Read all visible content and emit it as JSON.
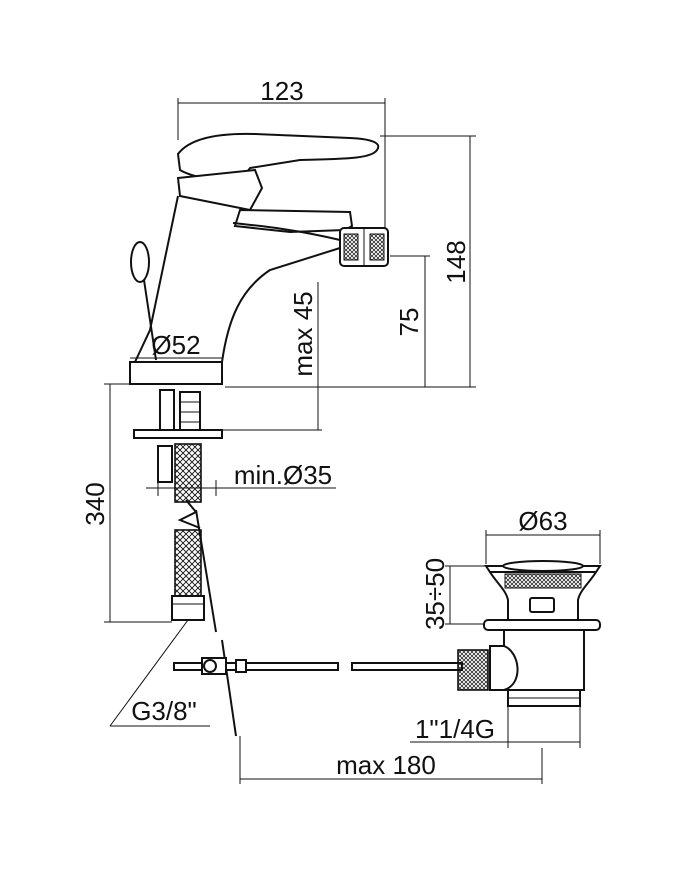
{
  "dimensions": {
    "total_width": "123",
    "total_height": "148",
    "spout_height": "75",
    "max_deck_thickness": "max 45",
    "base_diameter": "Ø52",
    "min_hole_diameter": "min.Ø35",
    "hose_length": "340",
    "inlet_thread": "G3/8\"",
    "waste_diameter": "Ø63",
    "waste_range": "35÷50",
    "waste_thread": "1\"1/4G",
    "rod_length": "max 180"
  },
  "colors": {
    "line": "#111111",
    "background": "#ffffff"
  }
}
